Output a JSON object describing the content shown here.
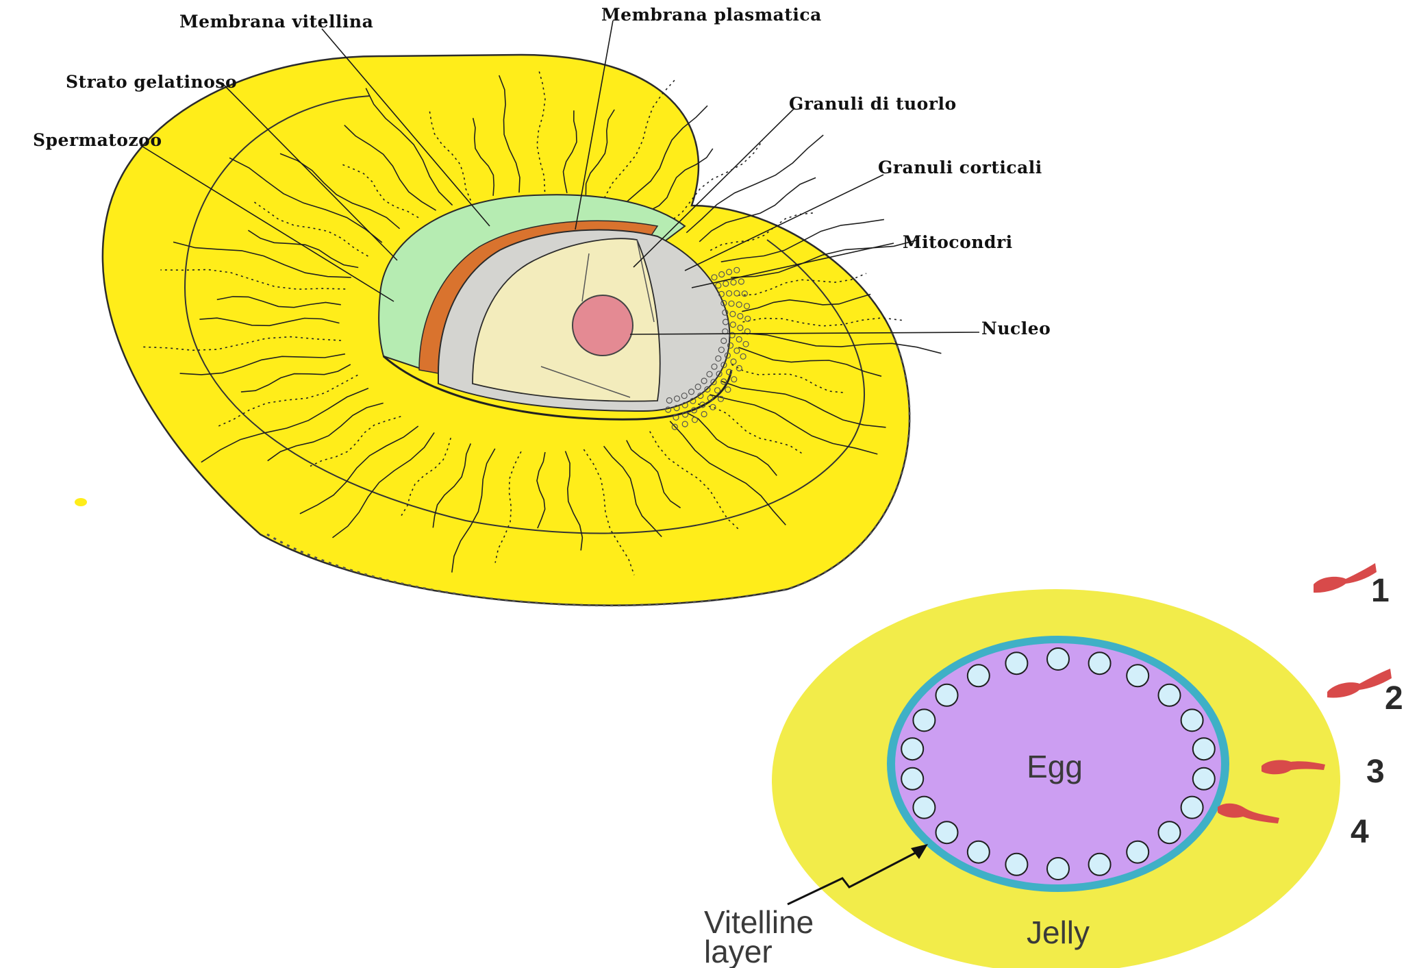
{
  "colors": {
    "jelly_yellow": "#ffed1a",
    "jelly_pale": "#f2ec4a",
    "green_layer": "#b6ecb2",
    "orange_layer": "#d9732e",
    "cytoplasm": "#f3ecbc",
    "nucleus": "#e48a93",
    "egg_purple": "#cc9ef2",
    "vitelline_teal": "#3fb0c6",
    "granule": "#d3effa",
    "sperm_red": "#d84a4a"
  },
  "top_diagram": {
    "labels": {
      "membrana_vitellina": "Membrana vitellina",
      "membrana_plasmatica": "Membrana plasmatica",
      "strato_gelatinoso": "Strato gelatinoso",
      "spermatozoo": "Spermatozoo",
      "granuli_tuorlo": "Granuli di tuorlo",
      "granuli_corticali": "Granuli corticali",
      "mitocondri": "Mitocondri",
      "nucleo": "Nucleo"
    }
  },
  "bottom_diagram": {
    "labels": {
      "egg": "Egg",
      "jelly": "Jelly",
      "vitelline_line1": "Vitelline",
      "vitelline_line2": "layer"
    },
    "sperm_numbers": [
      "1",
      "2",
      "3",
      "4"
    ]
  }
}
